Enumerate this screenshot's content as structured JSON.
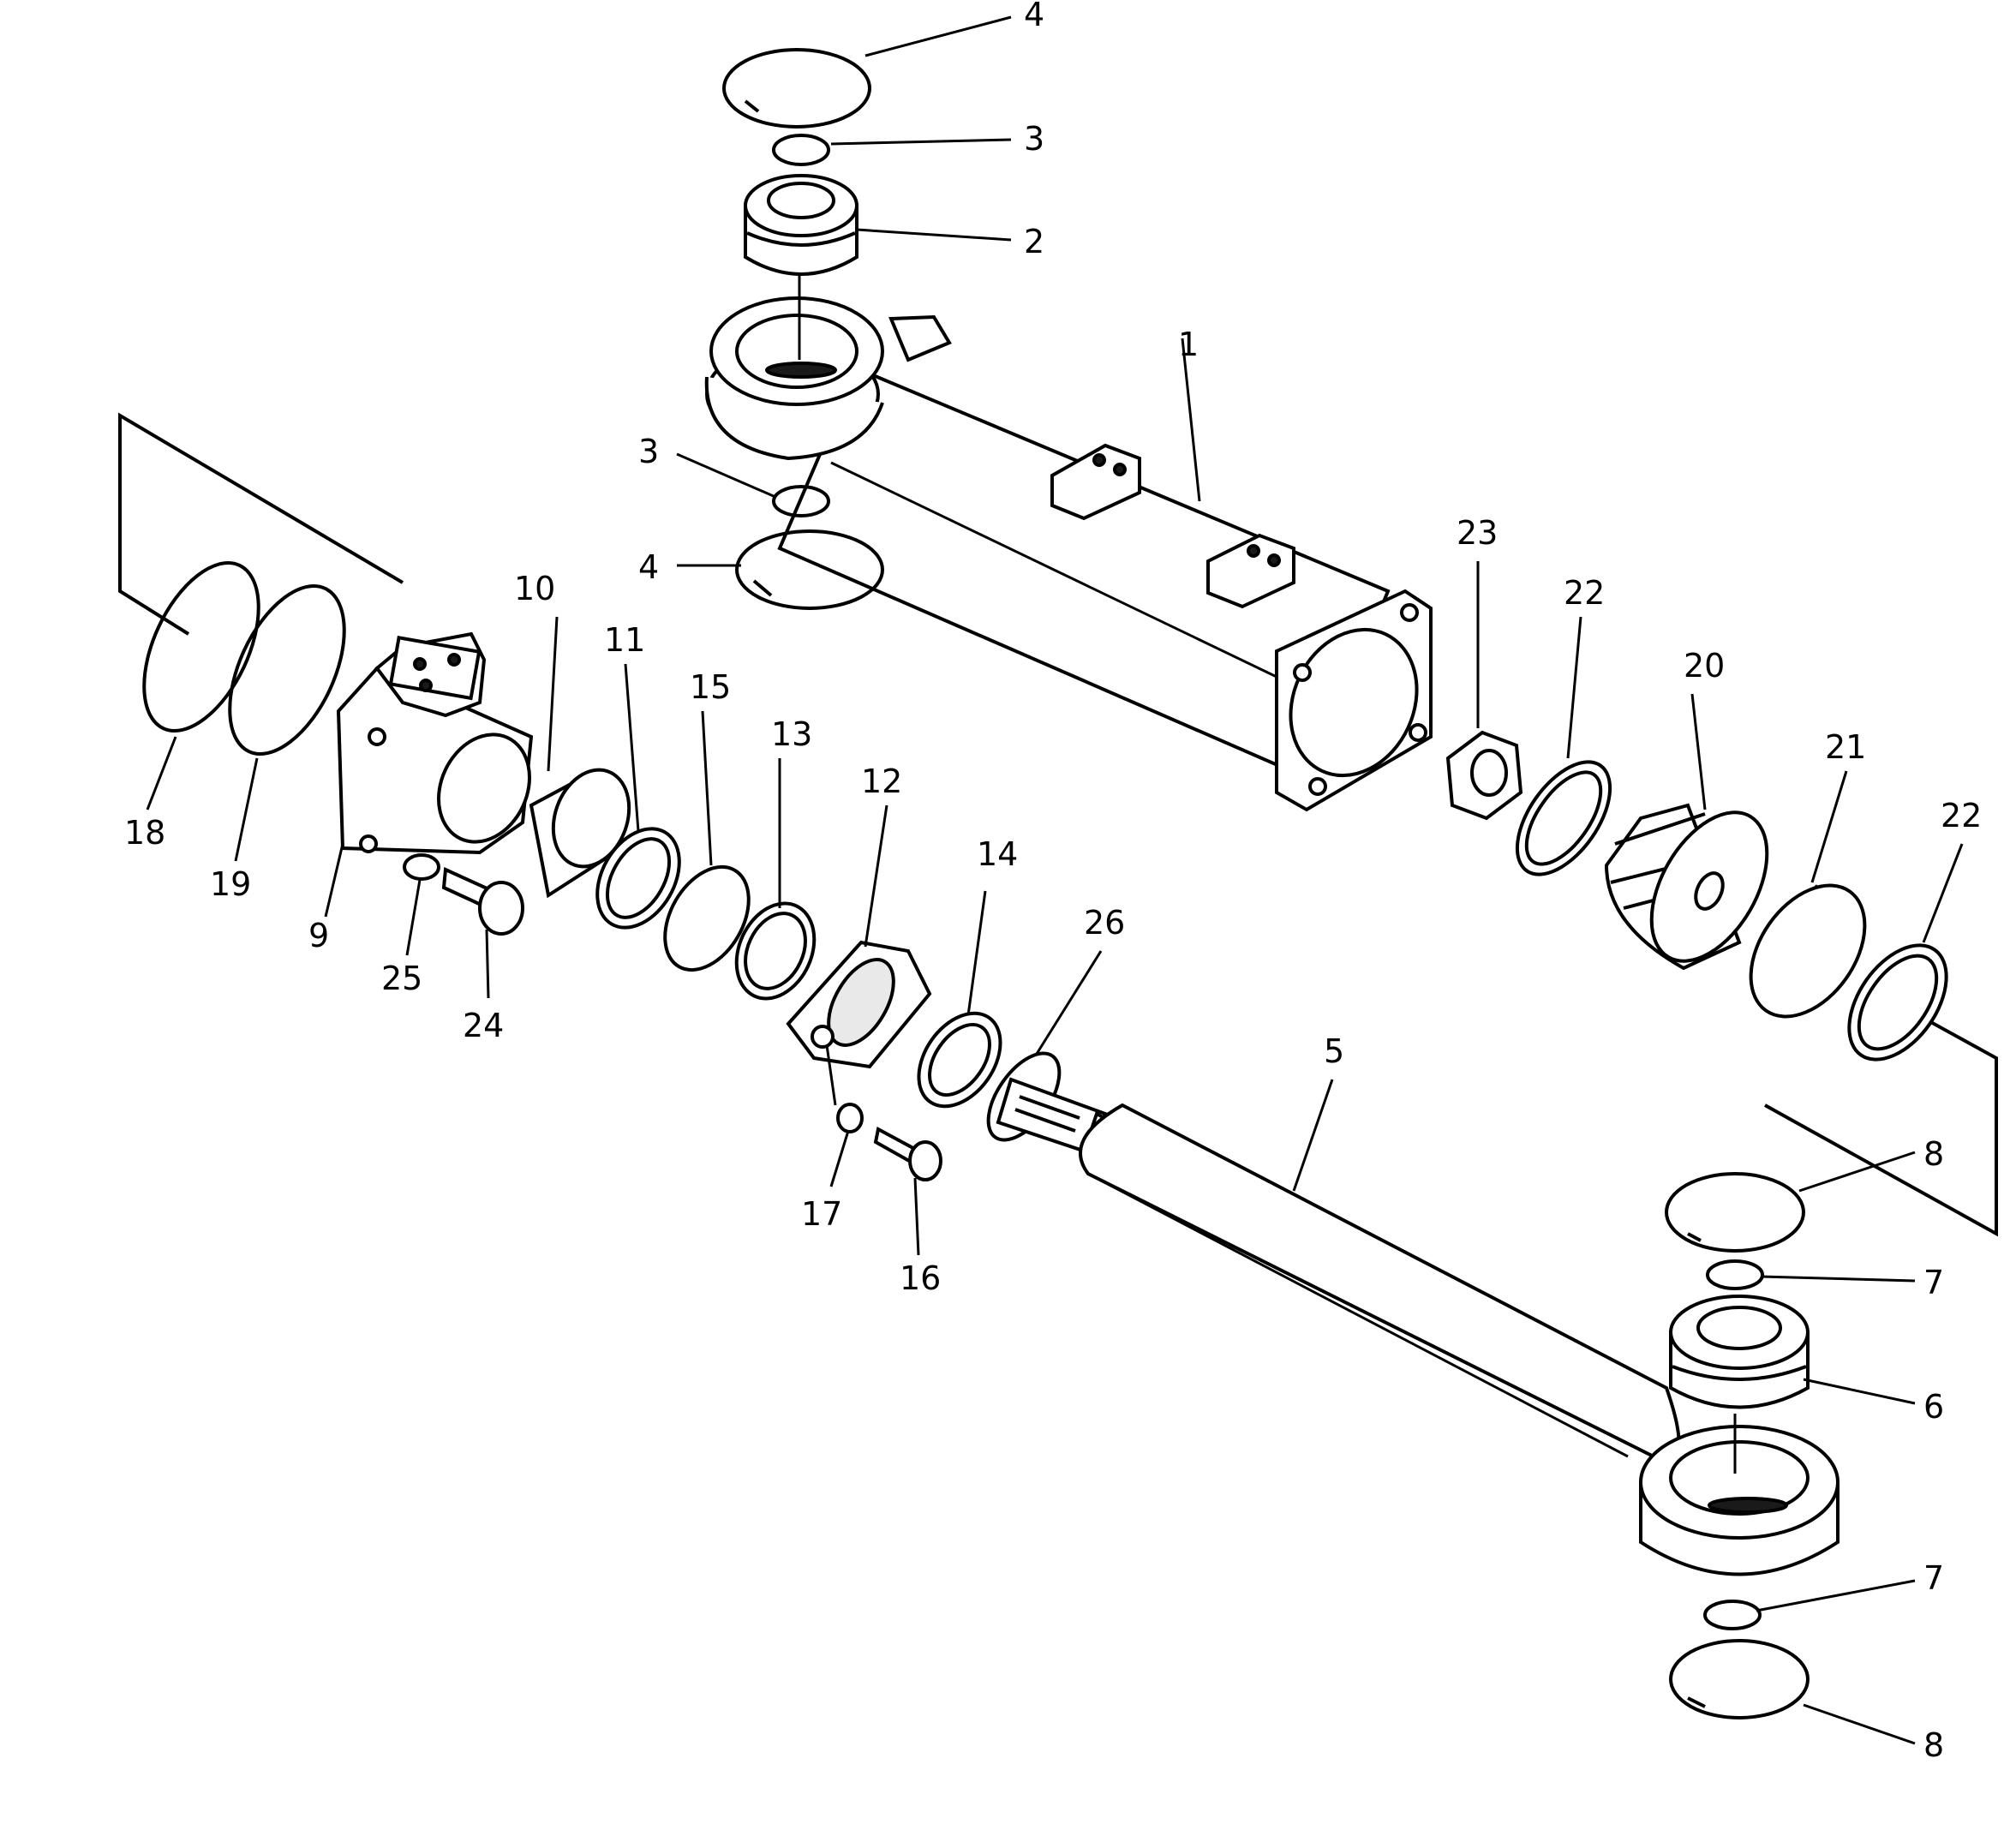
{
  "diagram": {
    "labels": {
      "p1": "1",
      "p2": "2",
      "p3a": "3",
      "p3b": "3",
      "p4a": "4",
      "p4b": "4",
      "p5": "5",
      "p6": "6",
      "p7a": "7",
      "p7b": "7",
      "p8a": "8",
      "p8b": "8",
      "p9": "9",
      "p10": "10",
      "p11": "11",
      "p12": "12",
      "p13": "13",
      "p14": "14",
      "p15": "15",
      "p16": "16",
      "p17": "17",
      "p18": "18",
      "p19": "19",
      "p20": "20",
      "p21": "21",
      "p22a": "22",
      "p22b": "22",
      "p23": "23",
      "p24": "24",
      "p25": "25",
      "p26": "26"
    }
  }
}
